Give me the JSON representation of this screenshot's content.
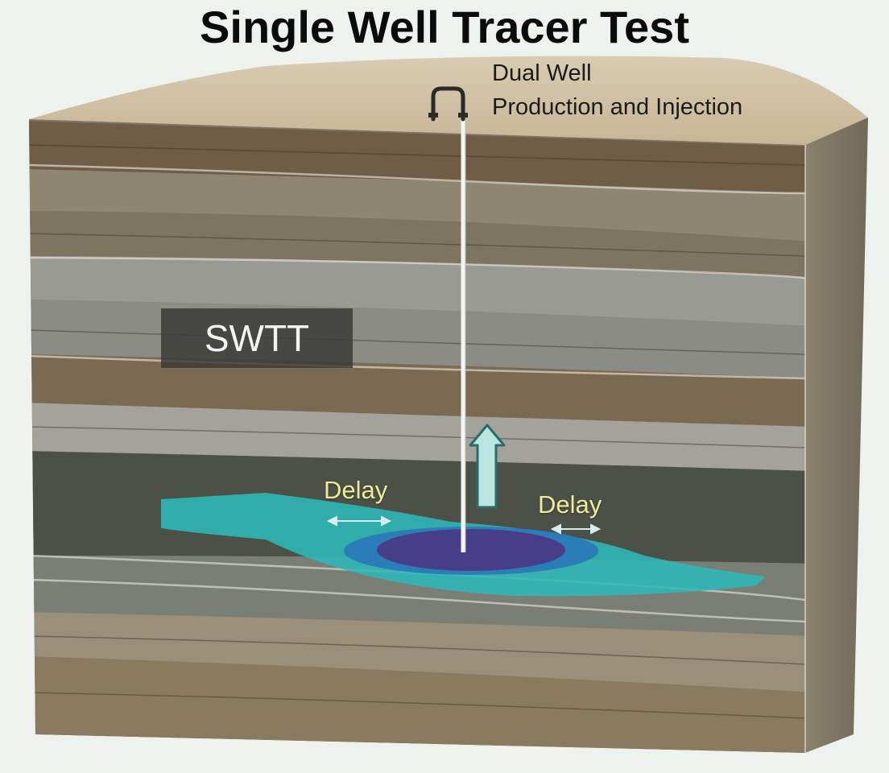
{
  "title": "Single Well Tracer Test",
  "well_label": {
    "line1": "Dual Well",
    "line2": "Production and Injection"
  },
  "swtt_label": "SWTT",
  "delay_labels": {
    "left": "Delay",
    "right": "Delay"
  },
  "colors": {
    "title_text": "#0b0b0b",
    "tracer_plume_outer": "#2cb8b8",
    "tracer_plume_middle": "#2a78b8",
    "tracer_plume_core": "#4a3a86",
    "flow_arrow": "#b9e6e0",
    "delay_text": "#ecec9a"
  },
  "icons": {
    "wellhead": "wellhead-pipe-icon",
    "flow_arrow": "up-arrow-icon",
    "delay_arrow": "double-headed-arrow-icon"
  }
}
